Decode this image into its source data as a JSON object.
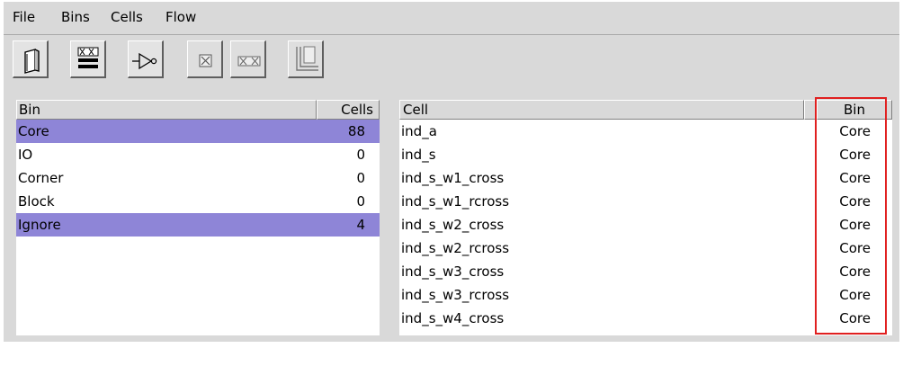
{
  "menu": [
    "File",
    "Bins",
    "Cells",
    "Flow"
  ],
  "toolbar": {
    "buttons": [
      {
        "icon": "open-book-icon"
      },
      {
        "icon": "bin-list-icon"
      },
      {
        "icon": "inverter-gate-icon"
      },
      {
        "icon": "cross-cell-icon"
      },
      {
        "icon": "dual-cross-cell-icon"
      },
      {
        "icon": "corner-layout-icon"
      }
    ]
  },
  "bin_table": {
    "headers": {
      "bin": "Bin",
      "cells": "Cells"
    },
    "rows": [
      {
        "bin": "Core",
        "cells": "88",
        "selected": true
      },
      {
        "bin": "IO",
        "cells": "0",
        "selected": false
      },
      {
        "bin": "Corner",
        "cells": "0",
        "selected": false
      },
      {
        "bin": "Block",
        "cells": "0",
        "selected": false
      },
      {
        "bin": "Ignore",
        "cells": "4",
        "selected": true
      }
    ]
  },
  "cell_table": {
    "headers": {
      "cell": "Cell",
      "bin": "Bin"
    },
    "rows": [
      {
        "cell": "ind_a",
        "bin": "Core"
      },
      {
        "cell": "ind_s",
        "bin": "Core"
      },
      {
        "cell": "ind_s_w1_cross",
        "bin": "Core"
      },
      {
        "cell": "ind_s_w1_rcross",
        "bin": "Core"
      },
      {
        "cell": "ind_s_w2_cross",
        "bin": "Core"
      },
      {
        "cell": "ind_s_w2_rcross",
        "bin": "Core"
      },
      {
        "cell": "ind_s_w3_cross",
        "bin": "Core"
      },
      {
        "cell": "ind_s_w3_rcross",
        "bin": "Core"
      },
      {
        "cell": "ind_s_w4_cross",
        "bin": "Core"
      }
    ]
  },
  "colors": {
    "selection": "#8e85d7",
    "annotation": "#e02020"
  }
}
